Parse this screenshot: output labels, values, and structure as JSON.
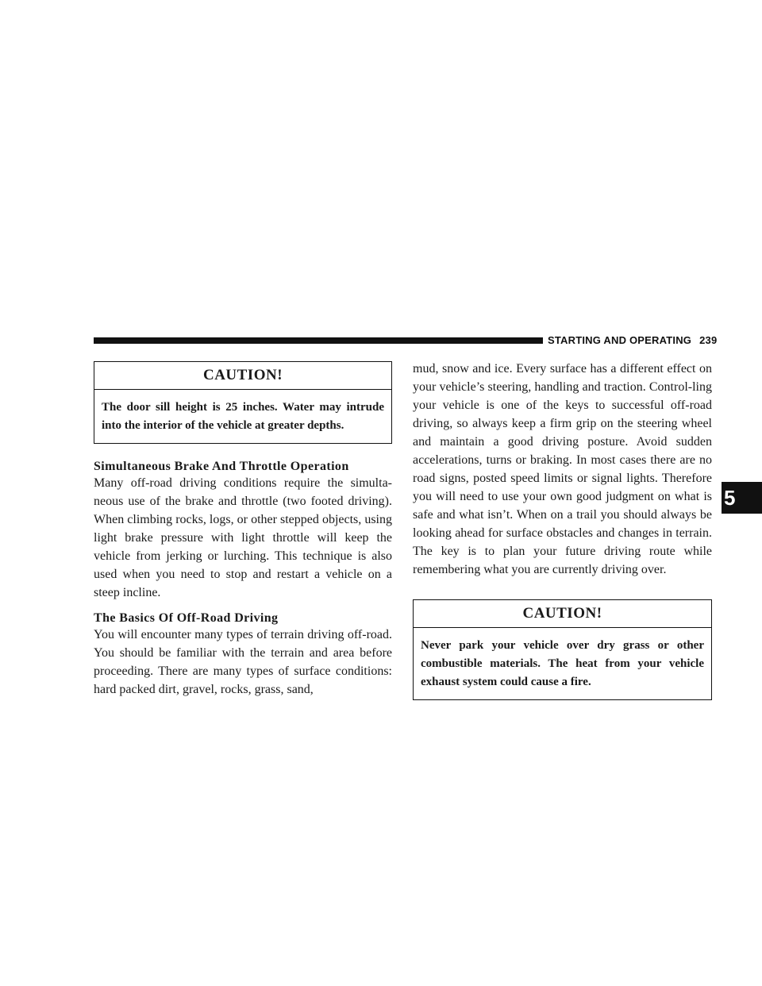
{
  "header": {
    "section_title": "STARTING AND OPERATING",
    "page_number": "239"
  },
  "chapter_tab": "5",
  "caution_1": {
    "title": "CAUTION!",
    "text": "The door sill height is 25 inches. Water may intrude into the interior of the vehicle at greater depths."
  },
  "section_1": {
    "heading": "Simultaneous Brake And Throttle Operation",
    "text": "Many off-road driving conditions require the simulta-neous use of the brake and throttle (two footed driving). When climbing rocks, logs, or other stepped objects, using light brake pressure with light throttle will keep the vehicle from jerking or lurching. This technique is also used when you need to stop and restart a vehicle on a steep incline."
  },
  "section_2": {
    "heading": "The Basics Of Off-Road Driving",
    "text_part1": "You will encounter many types of terrain driving off-road. You should be familiar with the terrain and area before proceeding. There are many types of surface conditions: hard packed dirt, gravel, rocks, grass, sand,",
    "text_part2": "mud, snow and ice. Every surface has a different effect on your vehicle’s steering, handling and traction. Control-ling your vehicle is one of the keys to successful off-road driving, so always keep a firm grip on the steering wheel and maintain a good driving posture. Avoid sudden accelerations, turns or braking. In most cases there are no road signs, posted speed limits or signal lights. Therefore you will need to use your own good judgment on what is safe and what isn’t. When on a trail you should always be looking ahead for surface obstacles and changes in terrain. The key is to plan your future driving route while remembering what you are currently driving over."
  },
  "caution_2": {
    "title": "CAUTION!",
    "text": "Never park your vehicle over dry grass or other combustible materials. The heat from your vehicle exhaust system could cause a fire."
  }
}
